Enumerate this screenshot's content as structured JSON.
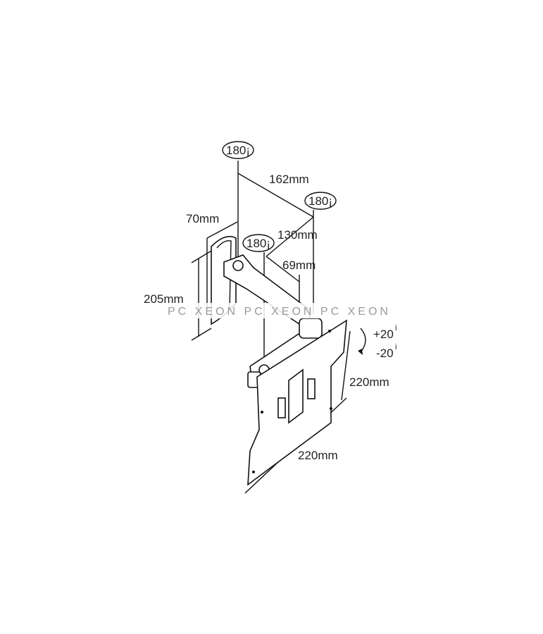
{
  "rotation_labels": [
    "180¡",
    "180¡",
    "180¡"
  ],
  "dimensions": {
    "arm_length_1": "162mm",
    "arm_length_2": "130mm",
    "wall_plate_width": "70mm",
    "arm_offset": "69mm",
    "wall_plate_height": "205mm",
    "vesa_height": "220mm",
    "vesa_width": "220mm"
  },
  "tilt": {
    "up": "+20",
    "down": "-20",
    "degree_mark": "i"
  },
  "watermark": "PC XEON PC XEON PC XEON"
}
